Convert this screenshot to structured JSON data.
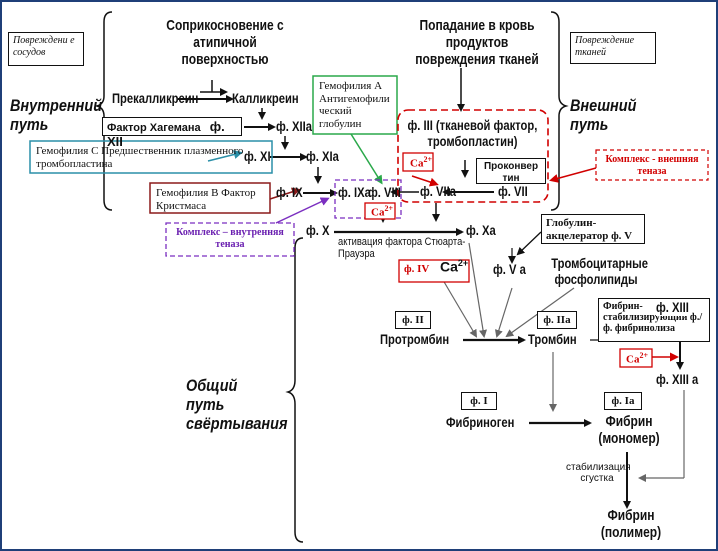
{
  "notes": {
    "vessel_damage": "Повреждени е сосудов",
    "tissue_damage": "Повреждение тканей"
  },
  "headings": {
    "contact": "Соприкосновение с атипичной поверхностью",
    "tissue_products": "Попадание в кровь продуктов повреждения тканей",
    "intrinsic": "Внутренний путь",
    "extrinsic": "Внешний путь",
    "common": "Общий путь свёртывания"
  },
  "factors": {
    "prekallikrein": "Прекалликреин",
    "kallikrein": "Калликреин",
    "f12": "ф. XII",
    "f12a": "ф. XIIa",
    "f11": "ф. XI",
    "f11a": "ф. XIa",
    "f9": "ф. IX",
    "f9a": "ф. IXa",
    "f8": "ф. VIII",
    "f3": "ф. III (тканевой фактор, тромбопластин)",
    "f7": "ф. VII",
    "f7a": "ф. VIIa",
    "f10": "ф. X",
    "f10a": "ф. Xa",
    "f10_activation": "активация фактора Стюарта-Прауэра",
    "f5a": "ф. V a",
    "platelet_phospholipids": "Тромбоцитарные фосфолипиды",
    "prothrombin": "Протромбин",
    "thrombin": "Тромбин",
    "f13": "ф. XIII",
    "f13a": "ф. XIII a",
    "fibrinogen": "Фибриноген",
    "fibrin_monomer": "Фибрин (мономер)",
    "stabilization": "стабилизация сгустка",
    "fibrin_polymer": "Фибрин (полимер)",
    "ca2": "Ca",
    "ca2_sup": "2+"
  },
  "boxes": {
    "hageman": "Фактор Хагемана",
    "hemophilia_a": "Гемофилия А Антигемофили ческий глобулин",
    "hemophilia_c": "Гемофилия С Предшественник плазменного тромбопластина",
    "hemophilia_b": "Гемофилия В Фактор Кристмаса",
    "intrinsic_tenase": "Комплекс – внутренняя теназа",
    "extrinsic_tenase": "Комплекс - внешняя теназа",
    "proconvertin": "Проконвер тин",
    "globulin_accelerator": "Глобулин- акцелератор ф. V",
    "f4": "ф. IV",
    "f2": "ф. II",
    "f2a": "ф. IIa",
    "fibrin_stabilizing": "Фибрин- стабилизирующий ф./ ф. фибринолиза",
    "f1": "ф. I",
    "f1a": "ф. Ia",
    "ca_box": "Ca",
    "ca_box_sup": "2+"
  },
  "colors": {
    "frame": "#1f3f78",
    "green": "#2aa84a",
    "teal": "#2a8fa8",
    "dark_red": "#8b1a1a",
    "red": "#d10000",
    "purple": "#7b2fc0",
    "arrow": "#111111",
    "thin_arrow": "#666666"
  }
}
